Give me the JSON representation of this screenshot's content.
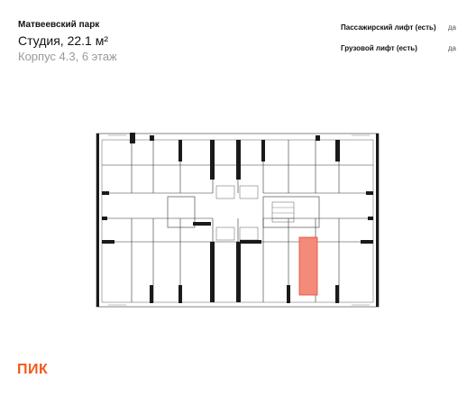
{
  "project": "Матвеевский парк",
  "apartment": {
    "title": "Студия, 22.1 м²",
    "building": "Корпус 4.3, 6 этаж"
  },
  "features": [
    {
      "label": "Пассажирский лифт (есть)",
      "value": "да"
    },
    {
      "label": "Грузовой лифт (есть)",
      "value": "да"
    }
  ],
  "brand": "ПИК",
  "colors": {
    "highlight": "#f48a78",
    "highlight_stroke": "#e2483a",
    "brand": "#f25a1a"
  }
}
